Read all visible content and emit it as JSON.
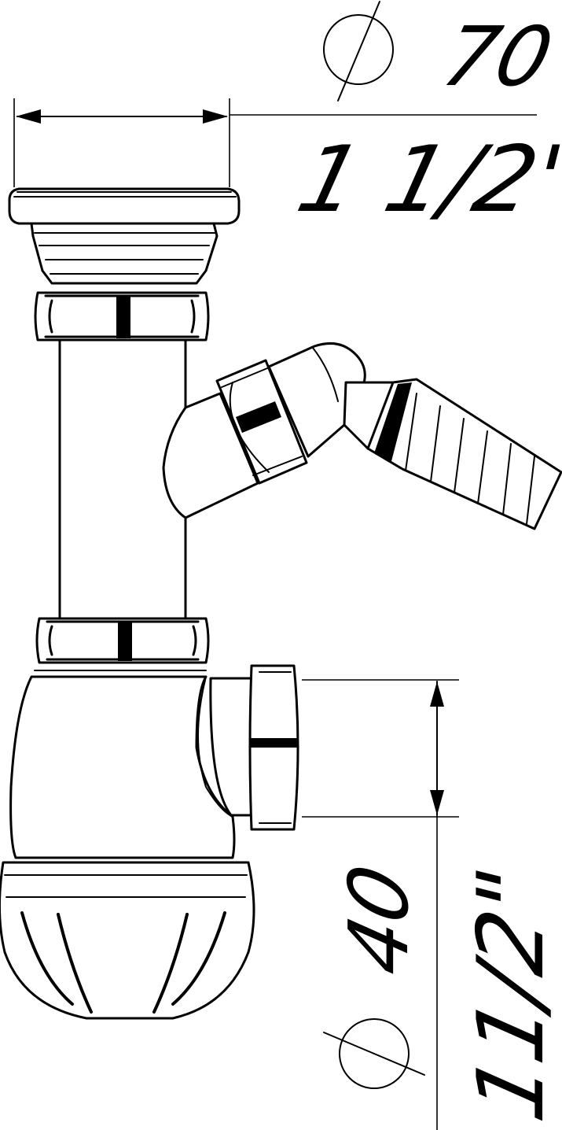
{
  "dimensions": {
    "top_diameter": {
      "symbol": "⌀",
      "metric": "70",
      "imperial": "1 1/2\""
    },
    "outlet_diameter": {
      "symbol": "⌀",
      "metric": "40",
      "imperial": "11/2\""
    }
  },
  "colors": {
    "line": "#000000",
    "background": "#ffffff"
  }
}
